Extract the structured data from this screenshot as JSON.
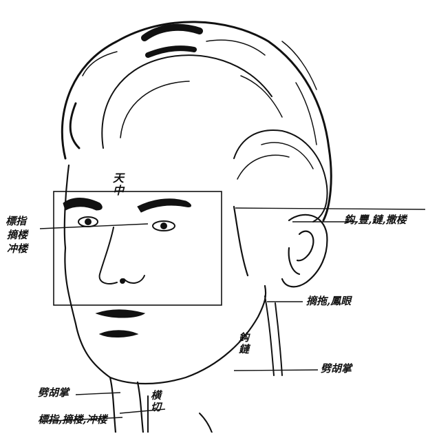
{
  "labels": {
    "top_center": "天中",
    "left_line1": "標指",
    "left_line2": "摘楼",
    "left_line3": "冲楼",
    "right_ear_top": "鈎,豐,鏈,撒楼",
    "right_neck": "摘拖,鳳眼",
    "neck_vertical_left": "鈎鏈",
    "neck_vertical_center": "横切",
    "right_bottom": "劈胡掌",
    "bottom_left_1": "劈胡掌",
    "bottom_left_2": "標指,摘楼,冲楼"
  },
  "colors": {
    "ink": "#111111",
    "paper": "#ffffff"
  }
}
